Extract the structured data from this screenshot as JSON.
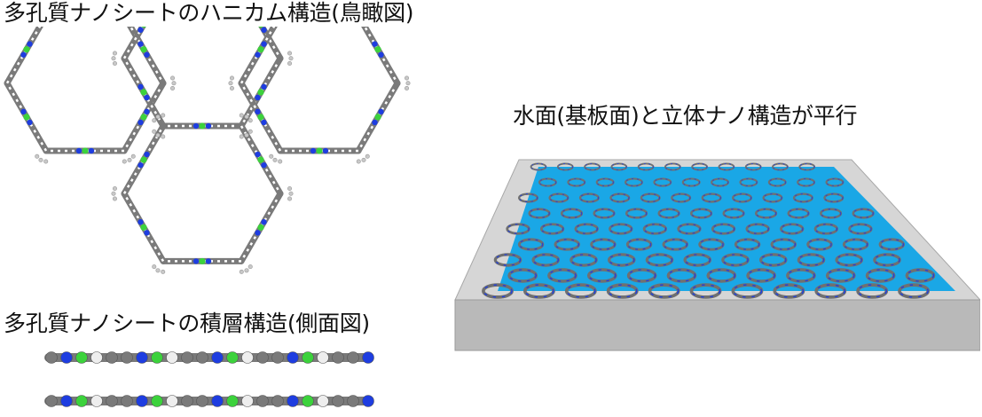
{
  "captions": {
    "top_view": "多孔質ナノシートのハニカム構造(鳥瞰図)",
    "side_view": "多孔質ナノシートの積層構造(側面図)",
    "substrate": "水面(基板面)と立体ナノ構造が平行"
  },
  "colors": {
    "carbon": "#7a7a7a",
    "nitrogen": "#1e3de0",
    "metal": "#3cd23c",
    "hydrogen": "#eeeeee",
    "water": "#1aa7e6",
    "substrate_top": "#d6d6d6",
    "substrate_side": "#b9b9b9"
  },
  "icons": {
    "honeycomb": "honeycomb-molecule-icon",
    "stack": "stacked-sheets-icon",
    "substrate": "substrate-slab-icon"
  }
}
